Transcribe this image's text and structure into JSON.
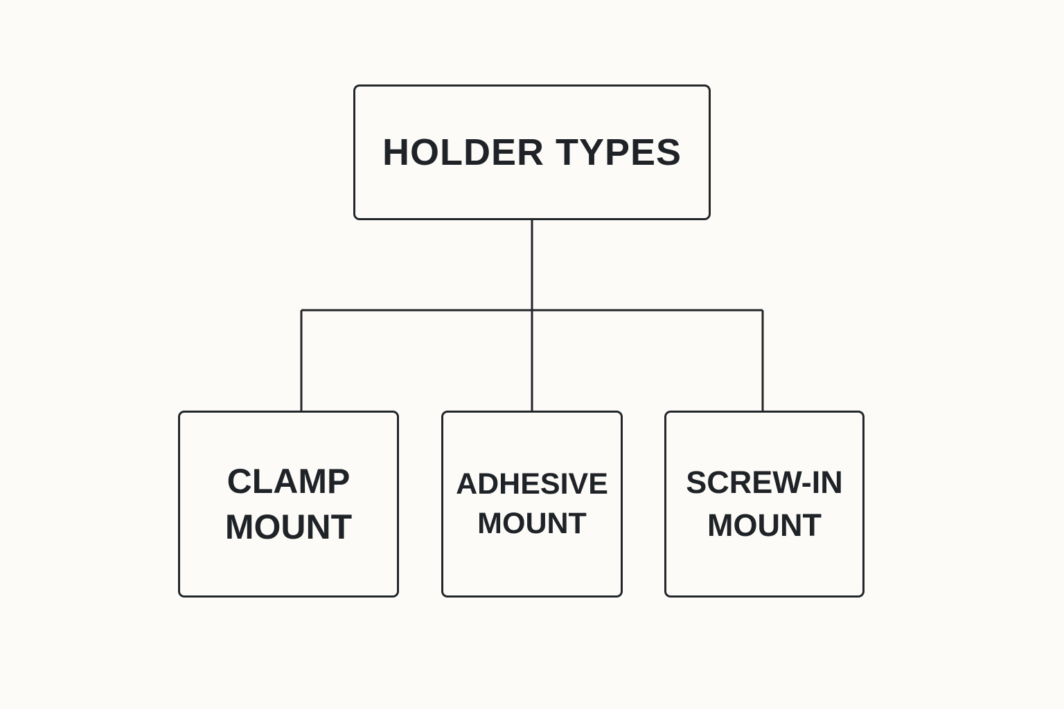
{
  "diagram": {
    "root": {
      "label": "HOLDER TYPES"
    },
    "children": [
      {
        "id": "clamp",
        "lines": [
          "CLAMP",
          "MOUNT"
        ]
      },
      {
        "id": "adhesive",
        "lines": [
          "ADHESIVE",
          "MOUNT"
        ]
      },
      {
        "id": "screw-in",
        "lines": [
          "SCREW-IN",
          "MOUNT"
        ]
      }
    ]
  },
  "colors": {
    "background": "#fcfbf7",
    "stroke": "#22262b",
    "text": "#1f2328"
  }
}
